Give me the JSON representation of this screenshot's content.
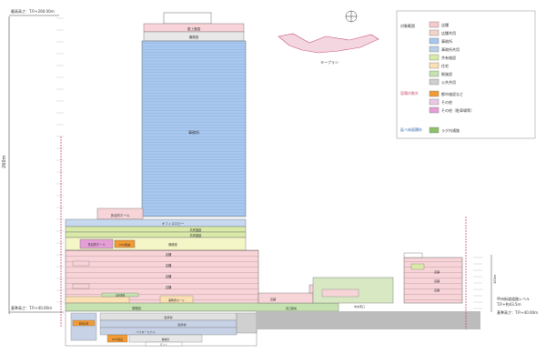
{
  "diagram": {
    "annotations": {
      "top_elevation": "最高高さ：T.P.+260.00ｍ",
      "base_elevation": "基準高さ：T.P.+40.00ｍ",
      "height_label": "260m",
      "right_note_1": "甲州街道道路レベル",
      "right_note_2": "T.P.+約43.5ｍ",
      "right_base": "基準高さ：T.P.+40.00ｍ",
      "key_plan": "キープラン",
      "right_height": "100ｍ",
      "right_height_small": "50ｍ"
    },
    "legend": {
      "title": "対象範囲",
      "items": [
        {
          "label": "店舗",
          "color": "#f6c9cf"
        },
        {
          "label": "店舗共用",
          "color": "#f3d3c9"
        },
        {
          "label": "事務所",
          "color": "#a8c6ee"
        },
        {
          "label": "事務所共用",
          "color": "#b8cfe6"
        },
        {
          "label": "共有施設",
          "color": "#d8eaa6"
        },
        {
          "label": "住宅",
          "color": "#fbe0b4"
        },
        {
          "label": "駅施設",
          "color": "#c5e2b0"
        },
        {
          "label": "公共共用",
          "color": "#cfcfcf"
        }
      ],
      "section2_title": "容積対象外",
      "section2_items": [
        {
          "label": "都市施設など",
          "color": "#f29a34"
        },
        {
          "label": "その他",
          "color": "#e9c8e3"
        },
        {
          "label": "その他（駐車場等）",
          "color": "#e49fd6"
        }
      ],
      "section3_title": "延べ床面積外",
      "section3_items": [
        {
          "label": "ラグ内通路",
          "color": "#8cc06a"
        }
      ]
    },
    "floor_labels": {
      "top_rooftop": "屋上庭園",
      "machine": "機械室",
      "office": "事務所",
      "office_lobby": "オフィスロビー",
      "skylobby": "スカイロビー",
      "hall_1": "多目的ホール",
      "hall_2": "多目的ホール",
      "hall_3": "CO2削減",
      "mechanical_2": "機械室",
      "common_1": "共有施設",
      "common_2": "共有施設",
      "store": "店舗",
      "station": "駅施設",
      "parking": "駐車場",
      "parking_2": "駐車場",
      "bus": "バスターミナル",
      "b_machine": "機械室",
      "pit": "ピット",
      "dhc": "DHC施設",
      "station_plaza": "駅前広場",
      "passage": "自由通路",
      "office_hall": "事務所ホール",
      "south_store": "店舗",
      "east_station": "東口駅前",
      "south_deck": "中央東口"
    }
  }
}
